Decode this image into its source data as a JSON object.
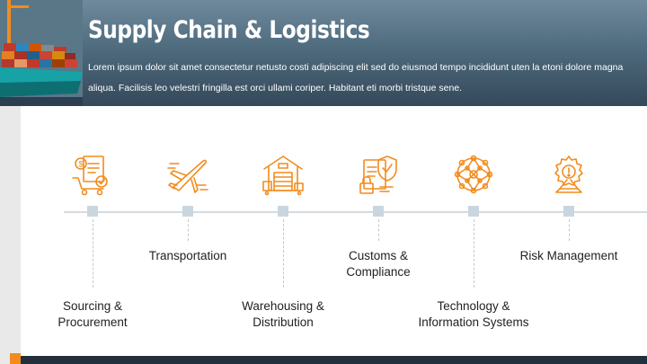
{
  "slide": {
    "title": "Supply Chain & Logistics",
    "subtitle": "Lorem ipsum dolor sit amet consectetur netusto costi adipiscing elit sed do eiusmod tempo incididunt uten la etoni dolore magna aliqua. Facilisis leo velestri fringilla est orci ullami coriper. Habitant eti morbi tristque sene."
  },
  "colors": {
    "accent": "#f28c1e",
    "node": "#c9d6df",
    "header_dark": "#34495a"
  },
  "steps": [
    {
      "label_line1": "Sourcing &",
      "label_line2": "Procurement",
      "icon": "procurement-cart-icon"
    },
    {
      "label_line1": "Transportation",
      "label_line2": "",
      "icon": "airplane-icon"
    },
    {
      "label_line1": "Warehousing &",
      "label_line2": "Distribution",
      "icon": "warehouse-icon"
    },
    {
      "label_line1": "Customs &",
      "label_line2": "Compliance",
      "icon": "compliance-shield-icon"
    },
    {
      "label_line1": "Technology &",
      "label_line2": "Information Systems",
      "icon": "network-globe-icon"
    },
    {
      "label_line1": "Risk Management",
      "label_line2": "",
      "icon": "risk-gear-icon"
    }
  ]
}
